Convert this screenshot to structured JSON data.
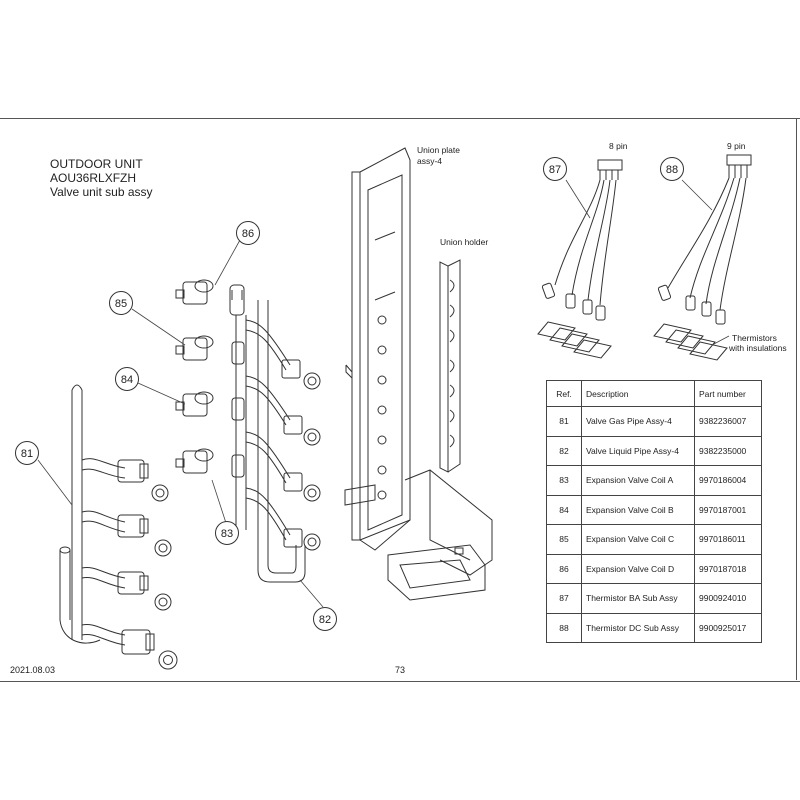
{
  "header": {
    "title_lines": [
      "OUTDOOR UNIT",
      "AOU36RLXFZH",
      "Valve unit sub assy"
    ]
  },
  "footer": {
    "date": "2021.08.03",
    "page_number": "73"
  },
  "labels": {
    "union_plate_line1": "Union plate",
    "union_plate_line2": "assy-4",
    "union_holder": "Union holder",
    "pin8": "8 pin",
    "pin9": "9 pin",
    "thermistors_line1": "Thermistors",
    "thermistors_line2": "with insulations"
  },
  "callouts": [
    "81",
    "82",
    "83",
    "84",
    "85",
    "86",
    "87",
    "88"
  ],
  "table": {
    "headers": [
      "Ref.",
      "Description",
      "Part number"
    ],
    "rows": [
      {
        "ref": "81",
        "description": "Valve Gas Pipe Assy-4",
        "part_number": "9382236007"
      },
      {
        "ref": "82",
        "description": "Valve Liquid Pipe Assy-4",
        "part_number": "9382235000"
      },
      {
        "ref": "83",
        "description": "Expansion Valve Coil A",
        "part_number": "9970186004"
      },
      {
        "ref": "84",
        "description": "Expansion Valve Coil B",
        "part_number": "9970187001"
      },
      {
        "ref": "85",
        "description": "Expansion Valve Coil C",
        "part_number": "9970186011"
      },
      {
        "ref": "86",
        "description": "Expansion Valve Coil D",
        "part_number": "9970187018"
      },
      {
        "ref": "87",
        "description": "Thermistor BA Sub Assy",
        "part_number": "9900924010"
      },
      {
        "ref": "88",
        "description": "Thermistor DC Sub Assy",
        "part_number": "9900925017"
      }
    ]
  }
}
